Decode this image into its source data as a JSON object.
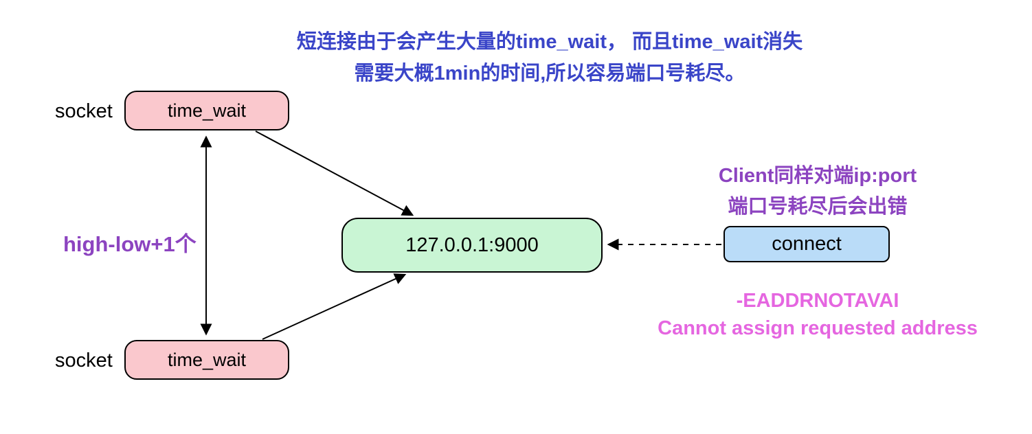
{
  "title": {
    "line1": "短连接由于会产生大量的time_wait， 而且time_wait消失",
    "line2": "需要大概1min的时间,所以容易端口号耗尽。"
  },
  "nodes": {
    "socket_top_label": "socket",
    "socket_bottom_label": "socket",
    "timewait_top": "time_wait",
    "timewait_bottom": "time_wait",
    "server_address": "127.0.0.1:9000",
    "connect_label": "connect"
  },
  "annotations": {
    "port_range": "high-low+1个",
    "client_note_line1": "Client同样对端ip:port",
    "client_note_line2": "端口号耗尽后会出错",
    "error_line1": "-EADDRNOTAVAI",
    "error_line2": "Cannot assign requested address"
  },
  "colors": {
    "title_blue": "#3a45c8",
    "purple": "#8c44c0",
    "magenta": "#e566e0",
    "pink_fill": "#fac8cd",
    "green_fill": "#c9f5d4",
    "blue_fill": "#badcf8",
    "stroke": "#000000"
  }
}
